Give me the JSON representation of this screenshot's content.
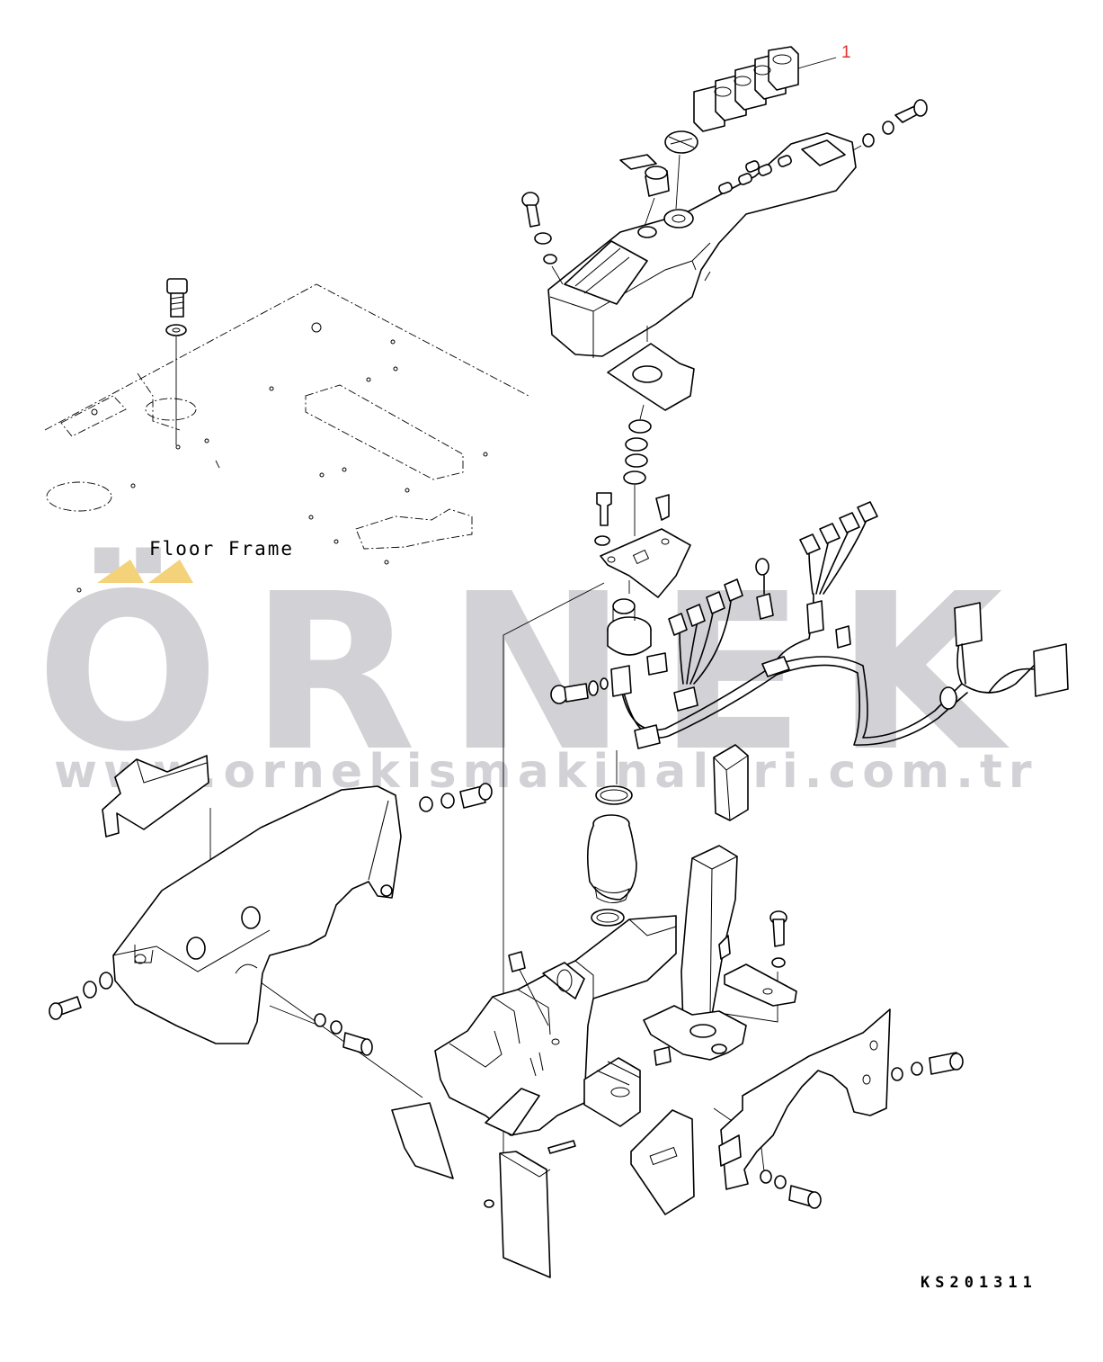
{
  "watermark": {
    "logo_text": "ÖRNEK",
    "url_text": "www.ornekismakinalari.com.tr",
    "color": "#c9c9cf",
    "accent_color": "#f3d27a"
  },
  "labels": {
    "floor_frame": "Floor Frame",
    "drawing_code": "KS201311",
    "callout_number": "1"
  },
  "colors": {
    "line": "#000000",
    "callout": "#e0322b",
    "background": "#ffffff"
  }
}
